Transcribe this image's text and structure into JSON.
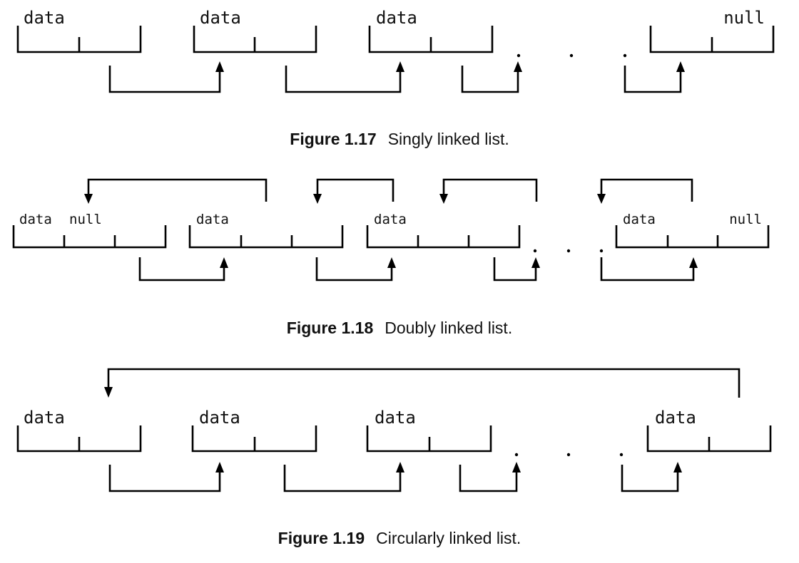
{
  "labels": {
    "data": "data",
    "null": "null"
  },
  "captions": [
    {
      "number": "Figure 1.17",
      "text": "Singly linked list."
    },
    {
      "number": "Figure 1.18",
      "text": "Doubly linked list."
    },
    {
      "number": "Figure 1.19",
      "text": "Circularly linked list."
    }
  ]
}
